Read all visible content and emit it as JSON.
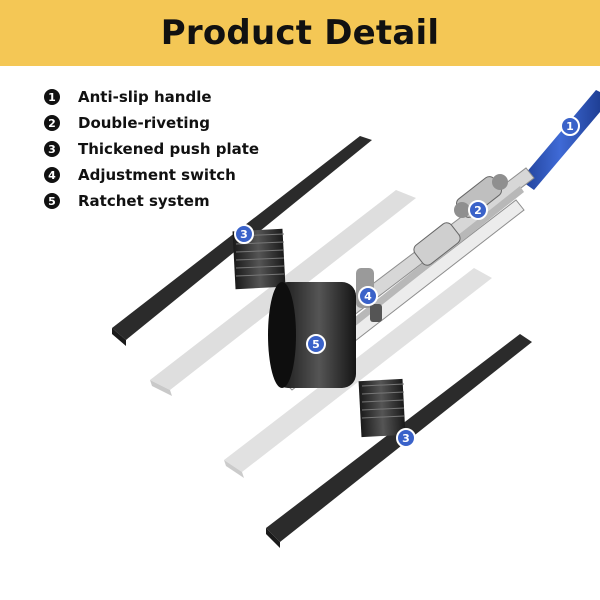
{
  "header": {
    "title": "Product Detail",
    "background_color": "#f4c755"
  },
  "legend": [
    {
      "number": "1",
      "label": "Anti-slip handle"
    },
    {
      "number": "2",
      "label": "Double-riveting"
    },
    {
      "number": "3",
      "label": "Thickened push plate"
    },
    {
      "number": "4",
      "label": "Adjustment switch"
    },
    {
      "number": "5",
      "label": "Ratchet system"
    }
  ],
  "callouts": {
    "handle": "1",
    "rivet": "2",
    "plate_top": "3",
    "switch": "4",
    "ratchet": "5",
    "plate_bottom": "3"
  },
  "colors": {
    "handle_blue": "#2f55b8",
    "plate_black": "#2a2a2a",
    "plate_gray": "#d9d9d9",
    "badge_blue": "#3a62c9"
  },
  "icons": [
    "anti-slip-handle-icon",
    "rivet-icon",
    "push-plate-icon",
    "adjustment-switch-icon",
    "ratchet-icon"
  ]
}
